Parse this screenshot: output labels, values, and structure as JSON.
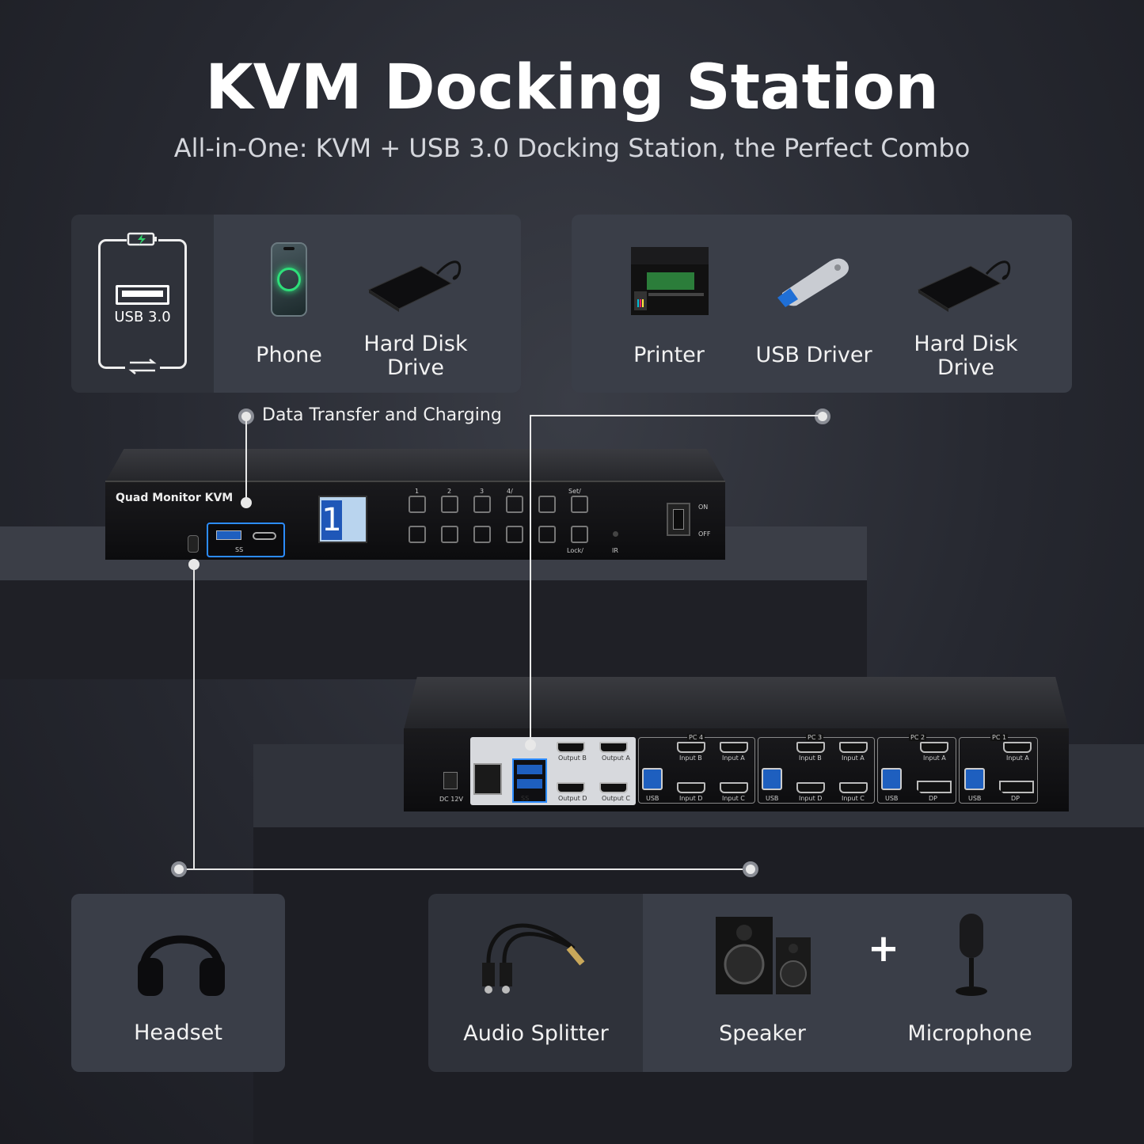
{
  "header": {
    "title": "KVM Docking Station",
    "subtitle": "All-in-One: KVM + USB 3.0 Docking Station, the Perfect Combo"
  },
  "usb_badge": {
    "label": "USB 3.0"
  },
  "top_left_panel": {
    "items": [
      {
        "label": "Phone",
        "icon": "phone-icon"
      },
      {
        "label": "Hard Disk Drive",
        "icon": "hard-disk-icon"
      }
    ]
  },
  "top_right_panel": {
    "items": [
      {
        "label": "Printer",
        "icon": "printer-icon"
      },
      {
        "label": "USB Driver",
        "icon": "usb-drive-icon"
      },
      {
        "label": "Hard Disk Drive",
        "icon": "hard-disk-icon"
      }
    ]
  },
  "callout": {
    "label": "Data Transfer and Charging"
  },
  "front_unit": {
    "model": "Quad Monitor KVM",
    "screen_digit": "1",
    "buttons_top": [
      "1",
      "2",
      "3",
      "4/",
      "",
      "Set/"
    ],
    "buttons_bottom_right": [
      "Lock/",
      "IR"
    ],
    "switch_on": "ON",
    "switch_off": "OFF",
    "usb_port_label": "SS"
  },
  "back_unit": {
    "power_label": "DC 12V",
    "usb_hub_label": "SS",
    "outputs": [
      "Output B",
      "Output A",
      "Output D",
      "Output C"
    ],
    "pc_groups": [
      {
        "name": "PC 4",
        "ports": [
          "Input B",
          "Input A",
          "USB",
          "Input D",
          "Input C"
        ]
      },
      {
        "name": "PC 3",
        "ports": [
          "Input B",
          "Input A",
          "USB",
          "Input D",
          "Input C"
        ]
      },
      {
        "name": "PC 2",
        "ports": [
          "Input A",
          "USB",
          "DP"
        ]
      },
      {
        "name": "PC 1",
        "ports": [
          "Input A",
          "USB",
          "DP"
        ]
      }
    ]
  },
  "bottom_left_panel": {
    "label": "Headset",
    "icon": "headset-icon"
  },
  "bottom_right_panel": {
    "items": [
      {
        "label": "Audio Splitter",
        "icon": "audio-splitter-icon"
      },
      {
        "label": "Speaker",
        "icon": "speaker-icon"
      },
      {
        "label": "Microphone",
        "icon": "microphone-icon"
      }
    ],
    "plus": "+"
  }
}
